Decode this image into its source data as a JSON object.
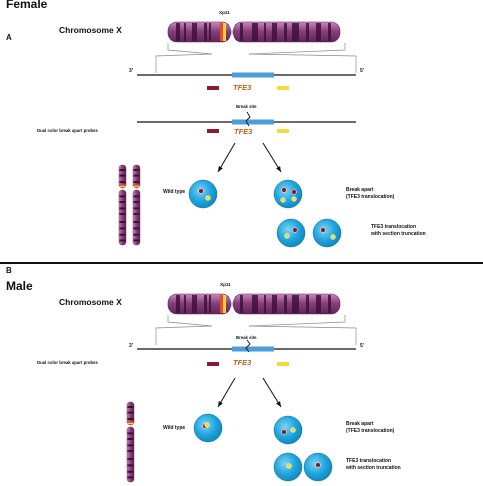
{
  "panels": [
    {
      "sex": "Female",
      "panel_label": "A",
      "chromosome_label": "Chromosome X",
      "band_label": "Xp11",
      "end_left": "3'",
      "end_right": "5'",
      "gene": "TFE3",
      "break_site": "Break site",
      "probes_label": "Dual color break apart probes",
      "wild_type": "Wild type",
      "break_apart_1": "Break apart",
      "break_apart_2": "(TFE3 translocation)",
      "trunc_1": "TFE3 translocation",
      "trunc_2": "with section truncation"
    },
    {
      "sex": "Male",
      "panel_label": "B",
      "chromosome_label": "Chromosome X",
      "band_label": "Xp11",
      "end_left": "3'",
      "end_right": "5'",
      "gene": "TFE3",
      "break_site": "Break site",
      "probes_label": "Dual color break apart probes",
      "wild_type": "Wild type",
      "break_apart_1": "Break apart",
      "break_apart_2": "(TFE3 translocation)",
      "trunc_1": "TFE3 translocation",
      "trunc_2": "with section truncation"
    }
  ],
  "colors": {
    "chromosome": "#8a3f7e",
    "chromosome_band": "#3e1238",
    "gene_bar": "#4a9fd6",
    "nucleus": "#1fa4dc",
    "probe_red": "#8b1a2c",
    "probe_yellow": "#f2dc3a",
    "gene_text": "#c0601a"
  }
}
